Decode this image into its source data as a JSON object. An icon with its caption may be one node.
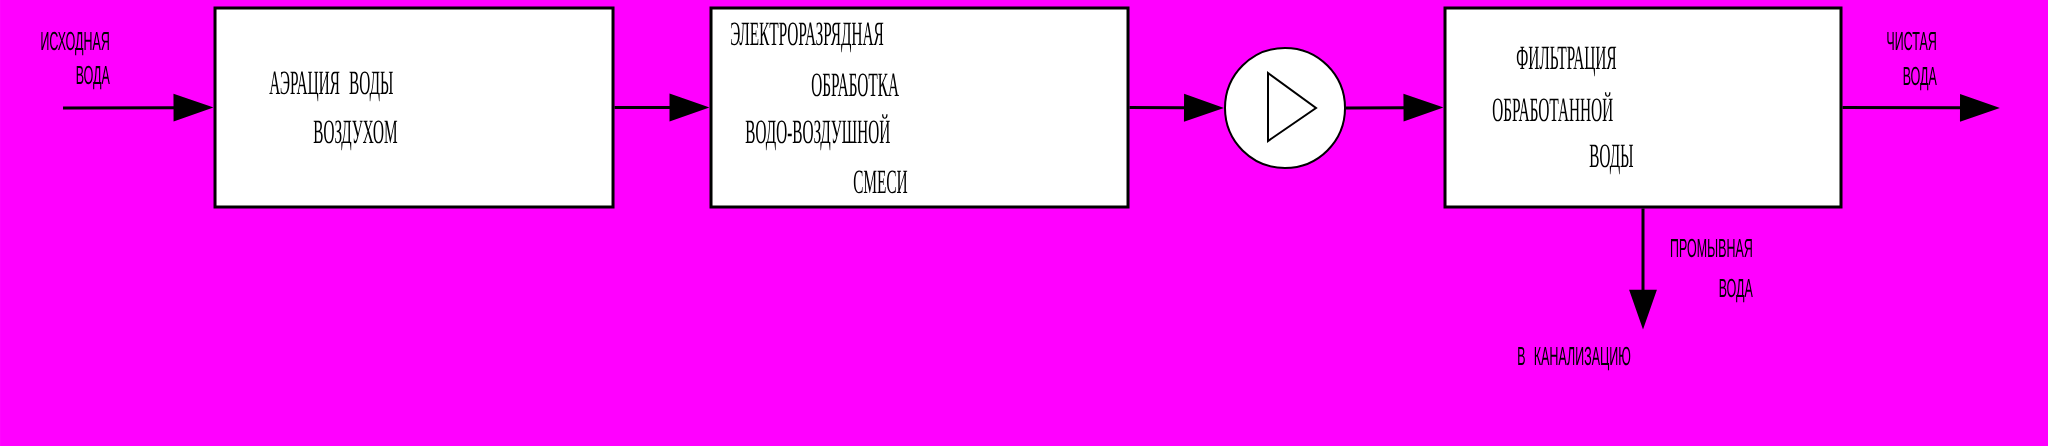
{
  "diagram": {
    "nodes": [
      {
        "text": [
          "АЭРАЦИЯ ВОДЫ",
          "ВОЗДУХОМ"
        ]
      },
      {
        "text": [
          "ЭЛЕКТРОРАЗРЯДНАЯ",
          "ОБРАБОТКА",
          "ВОДО-ВОЗДУШНОЙ",
          "СМЕСИ"
        ]
      },
      {
        "text": [],
        "shape": "circle"
      },
      {
        "text": [
          "ФИЛЬТРАЦИЯ",
          "ОБРАБОТАННОЙ",
          "ВОДЫ"
        ]
      },
      {
        "text": [
          "В КАНАЛИЗАЦИЮ"
        ]
      }
    ],
    "edges": [
      {
        "from": null,
        "to": 0,
        "arrow": "to",
        "label": "ИСХОДНАЯ ВОДА"
      },
      {
        "from": 0,
        "to": 1,
        "arrow": "to"
      },
      {
        "from": 1,
        "to": 2,
        "arrow": "to"
      },
      {
        "from": 2,
        "to": 3,
        "arrow": "to"
      },
      {
        "from": 3,
        "to": null,
        "arrow": "to",
        "label": "ЧИСТАЯ ВОДА"
      },
      {
        "from": 3,
        "to": 4,
        "arrow": "to",
        "label": "ПРОМЫВНАЯ ВОДА"
      }
    ]
  }
}
